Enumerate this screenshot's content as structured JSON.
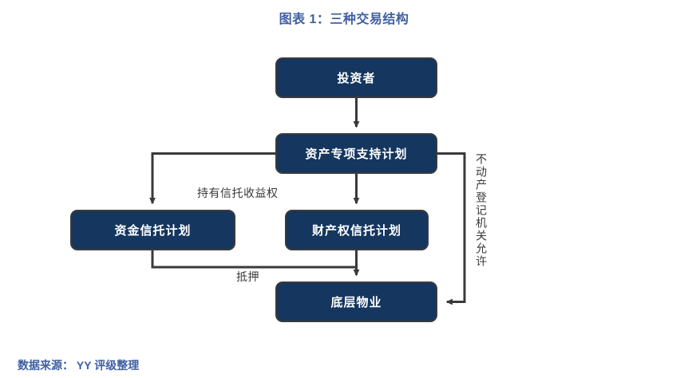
{
  "title": "图表 1：三种交易结构",
  "source_note": "数据来源： YY 评级整理",
  "colors": {
    "title": "#3f5fa0",
    "source": "#3f5fa0",
    "node_fill": "#14365f",
    "node_border": "#3a3a3c",
    "node_text": "#ffffff",
    "connector": "#3a3a3c",
    "label_text": "#3a3a3c",
    "background": "#ffffff"
  },
  "diagram": {
    "type": "flowchart",
    "nodes": [
      {
        "id": "investor",
        "label": "投资者"
      },
      {
        "id": "abs_plan",
        "label": "资产专项支持计划"
      },
      {
        "id": "fund_trust",
        "label": "资金信托计划"
      },
      {
        "id": "property_trust",
        "label": "财产权信托计划"
      },
      {
        "id": "underlying",
        "label": "底层物业"
      }
    ],
    "edges": [
      {
        "from": "investor",
        "to": "abs_plan",
        "label": "",
        "arrow": true,
        "style": "straight-down"
      },
      {
        "from": "abs_plan",
        "to": "fund_trust",
        "label": "",
        "arrow": true,
        "style": "left-then-down"
      },
      {
        "from": "abs_plan",
        "to": "property_trust",
        "label": "持有信托收益权",
        "arrow": true,
        "style": "straight-down"
      },
      {
        "from": "property_trust",
        "to": "underlying",
        "label": "",
        "arrow": true,
        "style": "straight-down"
      },
      {
        "from": "fund_trust",
        "to": "underlying",
        "label": "抵押",
        "arrow": false,
        "style": "down-then-right"
      },
      {
        "from": "abs_plan",
        "to": "underlying",
        "label": "不动产登记机关允许",
        "arrow": true,
        "style": "right-down-left"
      }
    ],
    "edge_labels": {
      "hold_trust_rights": "持有信托收益权",
      "mortgage": "抵押",
      "registry_permit": "不动产登记机关允许"
    }
  }
}
